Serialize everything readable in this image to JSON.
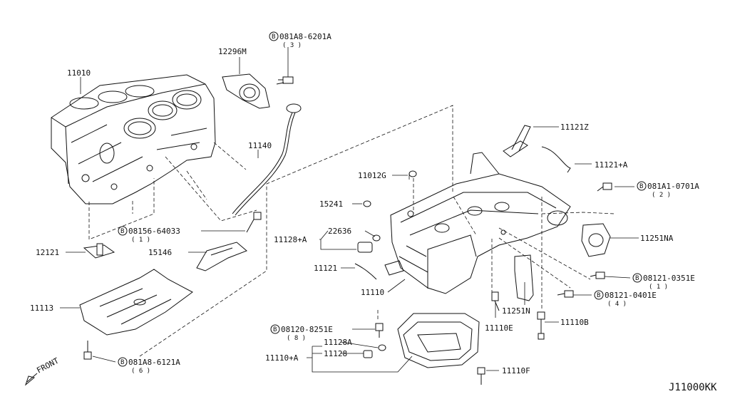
{
  "diagram_code": "J11000KK",
  "front_label": "FRONT",
  "callouts": {
    "p11010": "11010",
    "p12296M": "12296M",
    "b081A8_6201A": "081A8-6201A",
    "b081A8_6201A_qty": "( 3 )",
    "p11140": "11140",
    "p11121Z": "11121Z",
    "p11121A_plus": "11121+A",
    "b081A1_0701A": "081A1-0701A",
    "b081A1_0701A_qty": "( 2 )",
    "p11012G": "11012G",
    "p15241": "15241",
    "p22636": "22636",
    "p11128_plus_A": "11128+A",
    "p11251NA": "11251NA",
    "b08156_64033": "08156-64033",
    "b08156_64033_qty": "( 1 )",
    "p12121": "12121",
    "p15146": "15146",
    "p11121": "11121",
    "p11110": "11110",
    "b08121_0351E": "08121-0351E",
    "b08121_0351E_qty": "( 1 )",
    "b08121_0401E": "08121-0401E",
    "b08121_0401E_qty": "( 4 )",
    "p11113": "11113",
    "p11251N": "11251N",
    "p11110E": "11110E",
    "p11110B": "11110B",
    "b08120_8251E": "08120-8251E",
    "b08120_8251E_qty": "( 8 )",
    "p11128A": "11128A",
    "p11128": "11128",
    "p11110_plus_A": "11110+A",
    "b081A8_6121A": "081A8-6121A",
    "b081A8_6121A_qty": "( 6 )",
    "p11110F": "11110F",
    "bolt_marker": "B"
  }
}
